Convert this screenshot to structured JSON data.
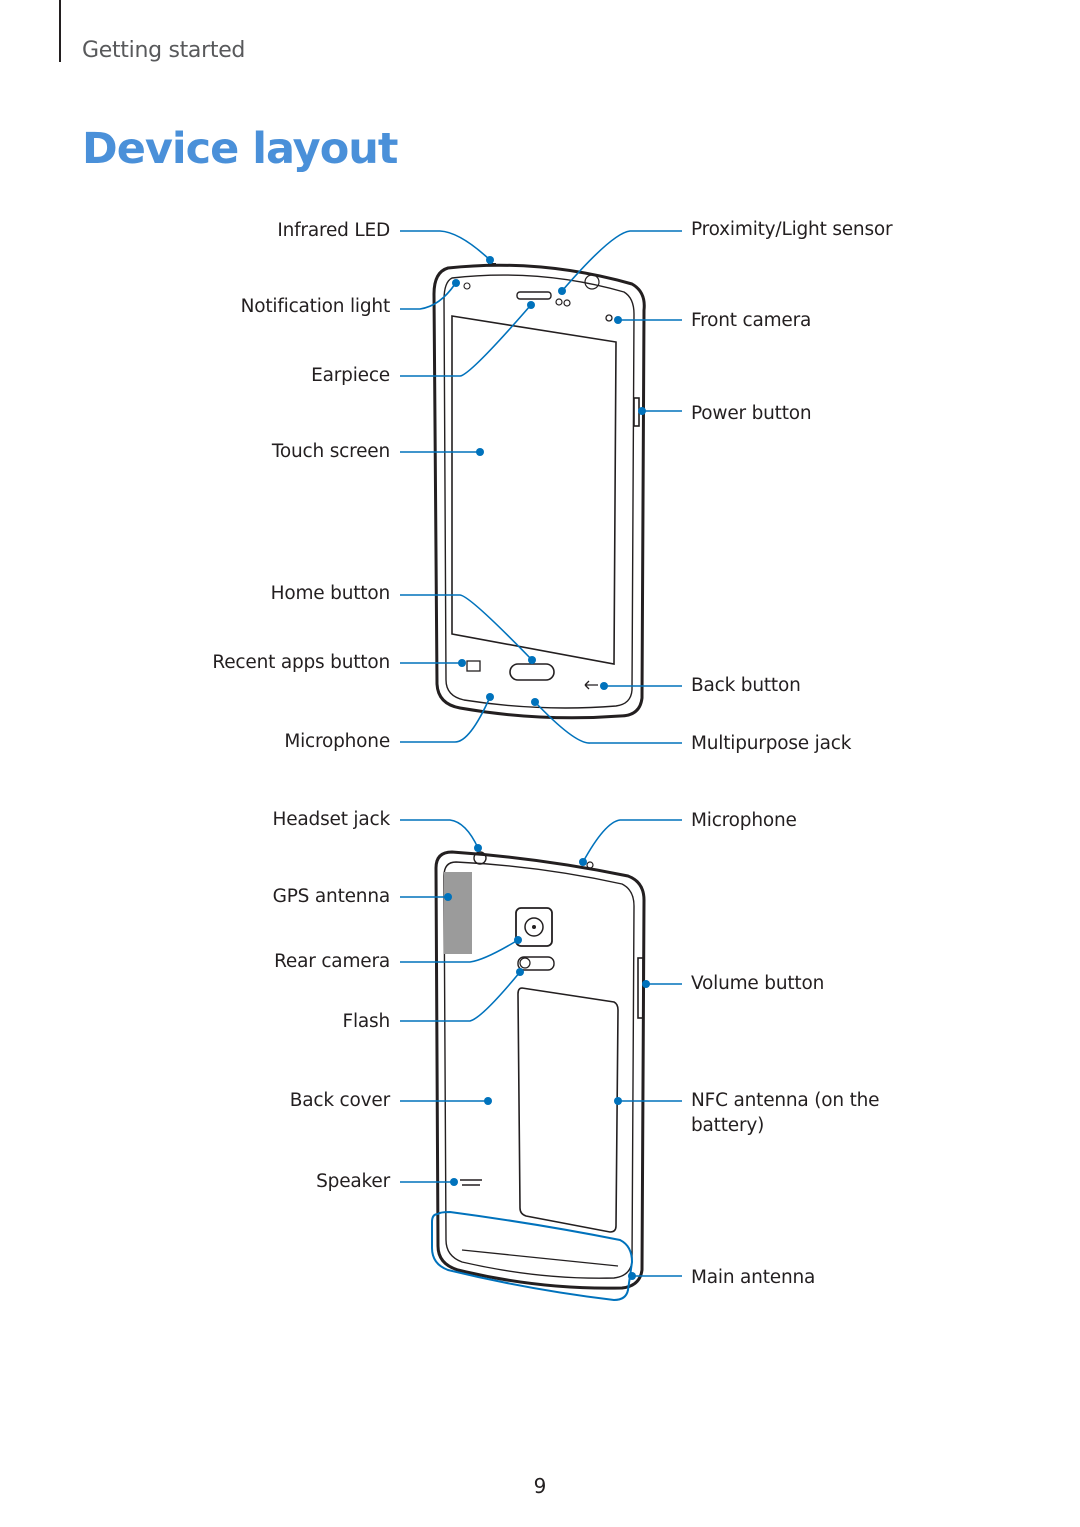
{
  "header": {
    "section": "Getting started"
  },
  "page": {
    "title": "Device layout",
    "number": "9"
  },
  "front": {
    "left_labels": [
      "Infrared LED",
      "Notification light",
      "Earpiece",
      "Touch screen",
      "Home button",
      "Recent apps button",
      "Microphone"
    ],
    "right_labels": [
      "Proximity/Light sensor",
      "Front camera",
      "Power button",
      "Back button",
      "Multipurpose jack"
    ]
  },
  "back": {
    "left_labels": [
      "Headset jack",
      "GPS antenna",
      "Rear camera",
      "Flash",
      "Back cover",
      "Speaker"
    ],
    "right_labels": [
      "Microphone",
      "Volume button",
      "NFC antenna (on the",
      "battery)",
      "Main antenna"
    ]
  },
  "colors": {
    "accent": "#4a90d9",
    "callout": "#0072bc",
    "text": "#231f20"
  }
}
